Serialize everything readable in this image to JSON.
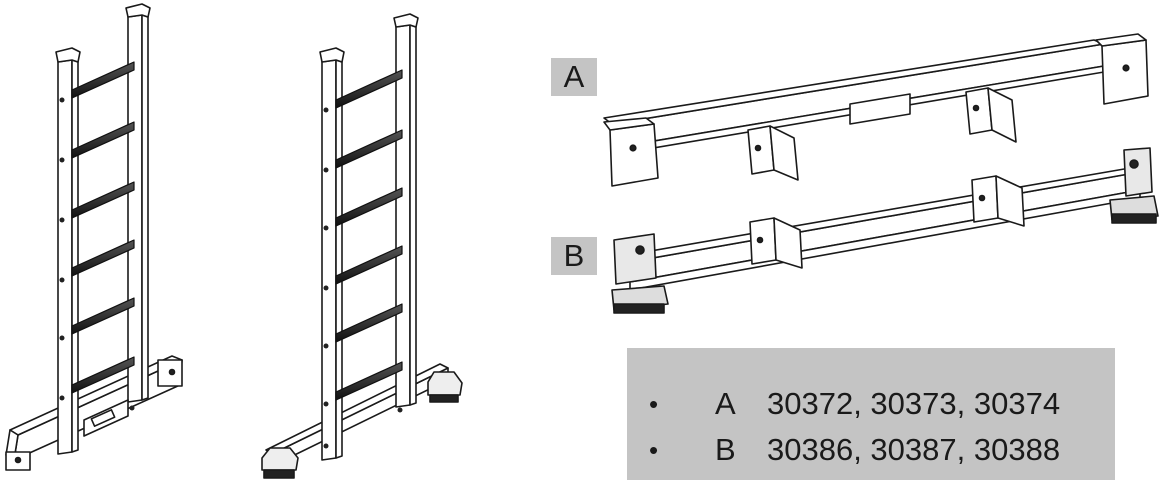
{
  "labels": {
    "a": "A",
    "b": "B"
  },
  "legend": {
    "items": [
      {
        "bullet": "•",
        "letter": "A",
        "codes": "30372, 30373, 30374"
      },
      {
        "bullet": "•",
        "letter": "B",
        "codes": "30386, 30387, 30388"
      }
    ]
  },
  "colors": {
    "label_bg": "#c4c4c4",
    "line": "#1a1a1a",
    "rung": "#3a3a3a"
  }
}
